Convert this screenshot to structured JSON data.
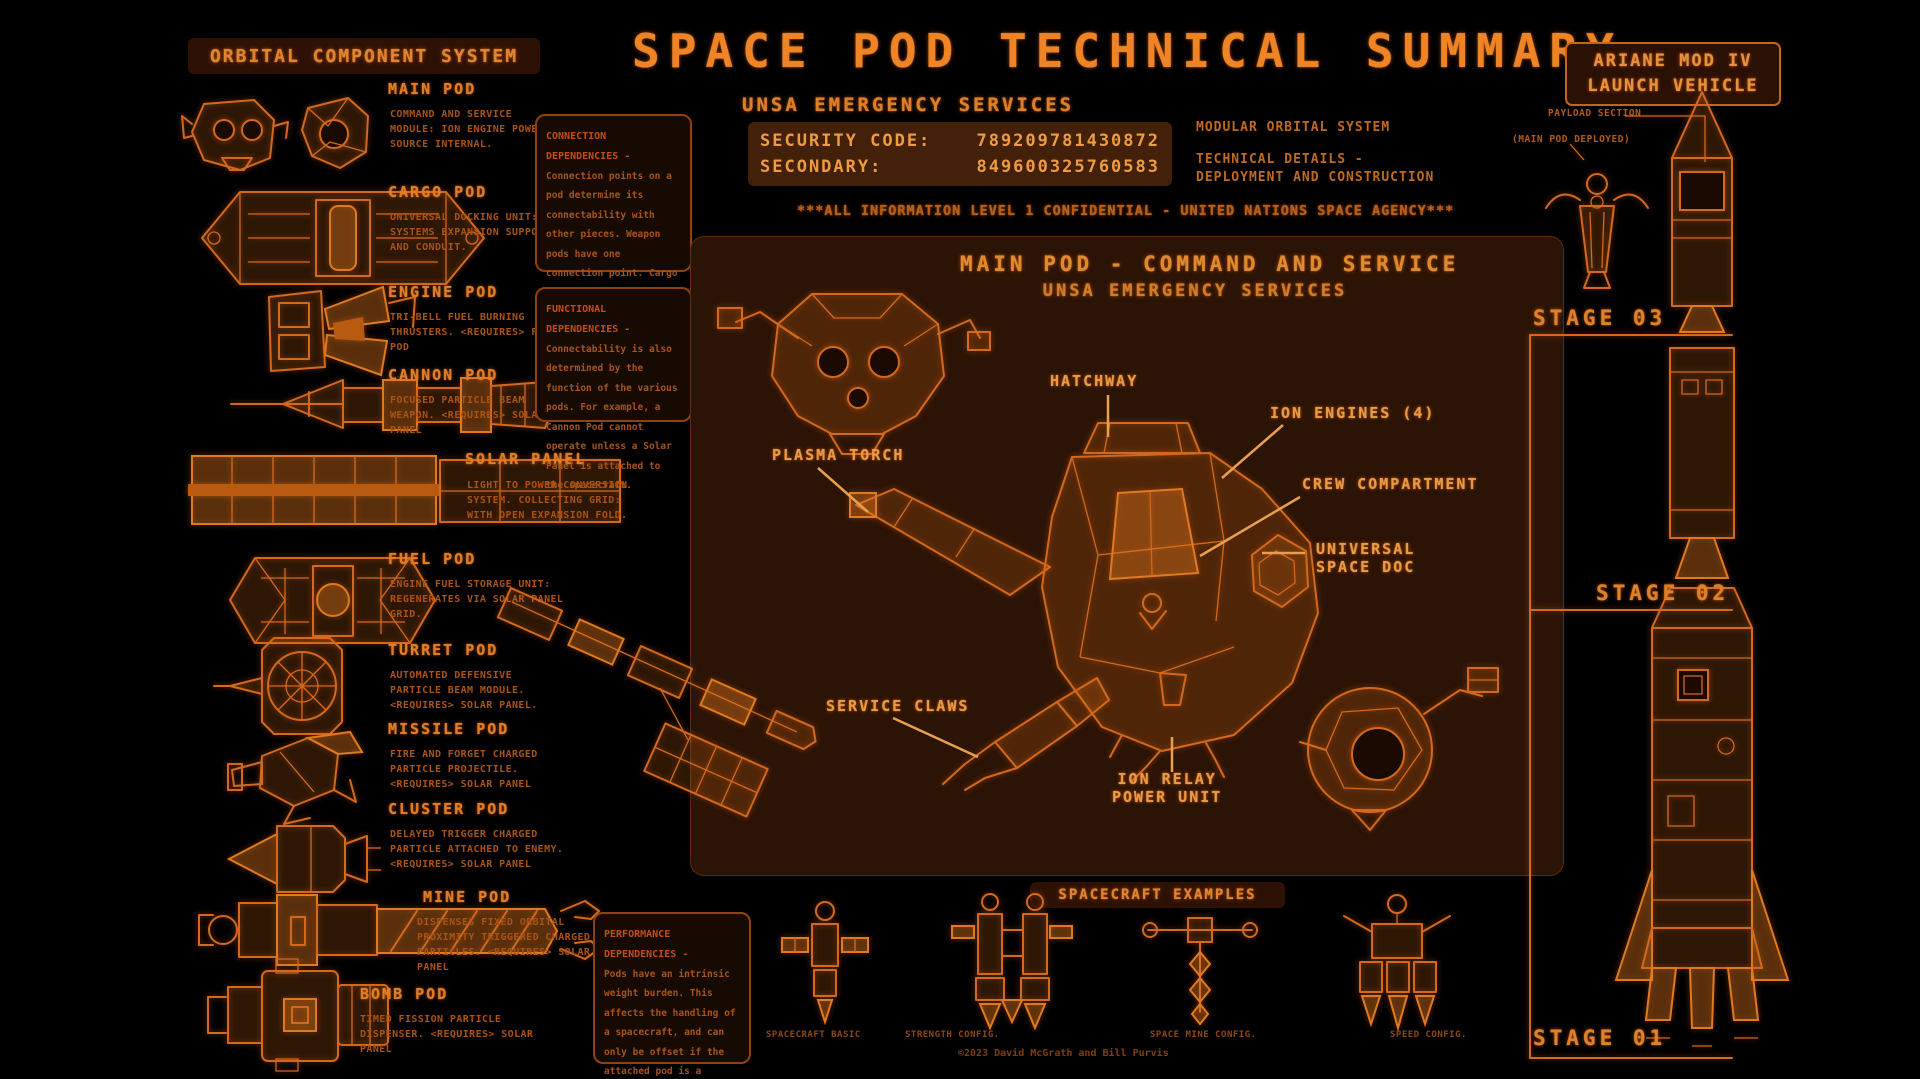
{
  "title": "SPACE POD TECHNICAL SUMMARY",
  "colors": {
    "background": "#000000",
    "panel_bg": "#2b1305",
    "accent_bright": "#ef8426",
    "accent": "#d2691e",
    "accent_dim": "#9a4e12",
    "code_text": "#ee9b42",
    "box_bg": "#2e1105"
  },
  "left_panel": {
    "header": "ORBITAL COMPONENT SYSTEM",
    "pods": [
      {
        "name": "MAIN POD",
        "icon": "main-pod-icon",
        "desc": "COMMAND AND SERVICE MODULE:  ION ENGINE POWER SOURCE INTERNAL."
      },
      {
        "name": "CARGO POD",
        "icon": "cargo-pod-icon",
        "desc": "UNIVERSAL DOCKING UNIT:  SYSTEMS EXPANSION SUPPORT AND CONDUIT."
      },
      {
        "name": "ENGINE POD",
        "icon": "engine-pod-icon",
        "desc": "TRI-BELL FUEL BURNING THRUSTERS. <REQUIRES> FUEL POD"
      },
      {
        "name": "CANNON POD",
        "icon": "cannon-pod-icon",
        "desc": "FOCUSED PARTICLE BEAM WEAPON. <REQUIRES> SOLAR PANEL"
      },
      {
        "name": "SOLAR PANEL",
        "icon": "solar-panel-icon",
        "desc": "LIGHT TO POWER CONVERSION SYSTEM. COLLECTING GRID: WITH OPEN EXPANSION FOLD."
      },
      {
        "name": "FUEL POD",
        "icon": "fuel-pod-icon",
        "desc": "ENGINE FUEL STORAGE UNIT:  REGENERATES VIA SOLAR PANEL GRID."
      },
      {
        "name": "TURRET POD",
        "icon": "turret-pod-icon",
        "desc": "AUTOMATED DEFENSIVE PARTICLE BEAM MODULE. <REQUIRES> SOLAR PANEL."
      },
      {
        "name": "MISSILE POD",
        "icon": "missile-pod-icon",
        "desc": "FIRE AND FORGET CHARGED PARTICLE PROJECTILE. <REQUIRES> SOLAR PANEL"
      },
      {
        "name": "CLUSTER POD",
        "icon": "cluster-pod-icon",
        "desc": "DELAYED TRIGGER CHARGED PARTICLE ATTACHED TO ENEMY. <REQUIRES> SOLAR PANEL"
      },
      {
        "name": "MINE POD",
        "icon": "mine-pod-icon",
        "desc": "DISPENSES FIXED ORBITAL PROXIMITY TRIGGERED CHARGED PARTICLES. <REQUIRES> SOLAR PANEL"
      },
      {
        "name": "BOMB POD",
        "icon": "bomb-pod-icon",
        "desc": "TIMED FISSION PARTICLE DISPENSER. <REQUIRES> SOLAR PANEL"
      }
    ]
  },
  "notes": [
    {
      "title": "CONNECTION DEPENDENCIES -",
      "body": "Connection points on a pod determine its connectability with other pieces.  Weapon pods have one connection point. Cargo Pods have six."
    },
    {
      "title": "FUNCTIONAL DEPENDENCIES -",
      "body": "Connectability is also determined by the function of the various pods.  For example, a Cannon Pod cannot operate unless a Solar Panel is attached to the spacecraft."
    },
    {
      "title": "PERFORMANCE DEPENDENCIES -",
      "body": "Pods have an intrinsic weight burden.  This affects the handling of a spacecraft, and can only be offset if the attached pod is a functional Engine Pod."
    }
  ],
  "header_block": {
    "agency": "UNSA EMERGENCY SERVICES",
    "security_label": "SECURITY CODE:",
    "security_value": "789209781430872",
    "secondary_label": "SECONDARY:",
    "secondary_value": "849600325760583",
    "system": "MODULAR ORBITAL SYSTEM",
    "details_line1": "TECHNICAL DETAILS -",
    "details_line2": "DEPLOYMENT AND CONSTRUCTION",
    "confidential": "***ALL INFORMATION LEVEL 1 CONFIDENTIAL - UNITED NATIONS SPACE AGENCY***"
  },
  "main_diagram": {
    "title": "MAIN POD - COMMAND AND SERVICE",
    "subtitle": "UNSA EMERGENCY SERVICES",
    "labels": {
      "hatchway": "HATCHWAY",
      "ion_engines": "ION ENGINES (4)",
      "plasma_torch": "PLASMA TORCH",
      "crew_compartment": "CREW COMPARTMENT",
      "space_doc_line1": "UNIVERSAL",
      "space_doc_line2": "SPACE DOC",
      "service_claws": "SERVICE CLAWS",
      "ion_relay_line1": "ION RELAY",
      "ion_relay_line2": "POWER UNIT"
    }
  },
  "examples": {
    "header": "SPACECRAFT EXAMPLES",
    "items": [
      {
        "caption": "SPACECRAFT BASIC"
      },
      {
        "caption": "STRENGTH CONFIG."
      },
      {
        "caption": "SPACE MINE CONFIG."
      },
      {
        "caption": "SPEED CONFIG."
      }
    ],
    "credit": "©2023 David McGrath and Bill Purvis"
  },
  "launch_vehicle": {
    "header_line1": "ARIANE MOD IV",
    "header_line2": "LAUNCH VEHICLE",
    "payload_label": "PAYLOAD SECTION",
    "deployed_label": "(MAIN POD DEPLOYED)",
    "stage3": "STAGE 03",
    "stage2": "STAGE 02",
    "stage1": "STAGE 01"
  }
}
